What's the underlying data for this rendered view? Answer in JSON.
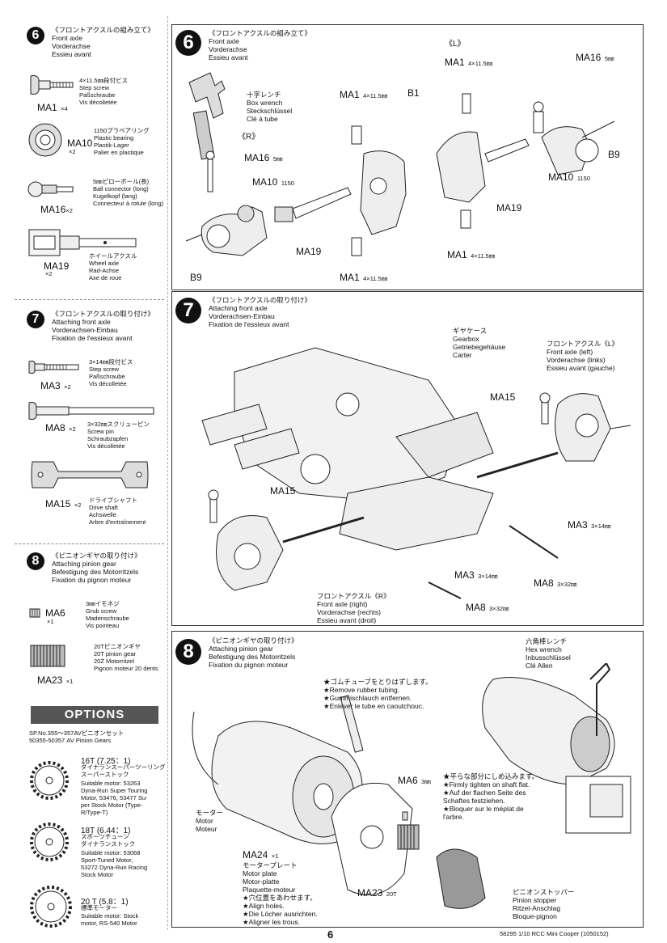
{
  "page_number": "6",
  "footer": "58295  1/10 RCC Mini Cooper (1050152)",
  "left_column": {
    "step6": {
      "number": "6",
      "title": "《フロントアクスルの組み立て》\nFront axle\nVorderachse\nEssieu avant",
      "parts": [
        {
          "code": "MA1",
          "qty": "×4",
          "desc": "4×11.5㎜段付ビス\nStep screw\nPaßschraube\nVis décolletée"
        },
        {
          "code": "MA10",
          "qty": "×2",
          "desc": "1150プラベアリング\nPlastic bearing\nPlastik-Lager\nPalier en plastique"
        },
        {
          "code": "MA16",
          "qty": "×2",
          "desc": "5㎜ピローボール(長)\nBall connector (long)\nKugelkopf (lang)\nConnecteur à rotule (long)"
        },
        {
          "code": "MA19",
          "qty": "×2",
          "desc": "ホイールアクスル\nWheel axle\nRad-Achse\nAxe de roue"
        }
      ]
    },
    "step7": {
      "number": "7",
      "title": "《フロントアクスルの取り付け》\nAttaching front axle\nVorderachsen-Einbau\nFixation de l'essieux avant",
      "parts": [
        {
          "code": "MA3",
          "qty": "×2",
          "desc": "3×14㎜段付ビス\nStep screw\nPaßschraube\nVis décolletée"
        },
        {
          "code": "MA8",
          "qty": "×2",
          "desc": "3×32㎜スクリューピン\nScrew pin\nSchraubzapfen\nVis décolletée"
        },
        {
          "code": "MA15",
          "qty": "×2",
          "desc": "ドライブシャフト\nDrive shaft\nAchswelle\nArbre d'entraînement"
        }
      ]
    },
    "step8": {
      "number": "8",
      "title": "《ピニオンギヤの取り付け》\nAttaching pinion gear\nBefestigung des Motorritzels\nFixation du pignon moteur",
      "parts": [
        {
          "code": "MA6",
          "qty": "×1",
          "desc": "3㎜イモネジ\nGrub screw\nMadenschraube\nVis pointeau"
        },
        {
          "code": "MA23",
          "qty": "×1",
          "desc": "20Tピニオンギヤ\n20T pinion gear\n20Z Motorritzel\nPignon moteur 20 dents"
        }
      ]
    },
    "options": {
      "banner": "OPTIONS",
      "header": "SP.No.355〜357AVピニオンセット\n50355-50357 AV Pinion Gears",
      "items": [
        {
          "title": "16T (7.25：1)",
          "jp": "ダイナランスーパーツーリング\nスーパーストック",
          "text": "Suitable motor: 53263\nDyna-Run Super Touring\nMotor, 53476, 53477 Su-\nper Stock Motor (Type-\nR/Type-T)"
        },
        {
          "title": "18T (6.44：1)",
          "jp": "スポーツチューン\nダイナランストック",
          "text": "Suitable motor: 53068\nSport-Tuned Motor,\n53272 Dyna-Run Racing\nStock Motor"
        },
        {
          "title": "20 T (5.8：1)",
          "jp": "標準モーター",
          "text": "Suitable motor: Stock\nmotor, RS-540 Motor"
        }
      ]
    }
  },
  "panel6": {
    "number": "6",
    "title": "《フロントアクスルの組み立て》\nFront axle\nVorderachse\nEssieu avant",
    "tool": "十字レンチ\nBox wrench\nSteckschlüssel\nClé à tube",
    "side_R": "《R》",
    "side_L": "《L》",
    "labels": {
      "ma1_a": "MA1",
      "ma1_a_sz": "4×11.5㎜",
      "ma1_b": "MA1",
      "ma1_b_sz": "4×11.5㎜",
      "ma1_c": "MA1",
      "ma1_c_sz": "4×11.5㎜",
      "ma1_d": "MA1",
      "ma1_d_sz": "4×11.5㎜",
      "b1": "B1",
      "ma16_r": "MA16",
      "ma16_r_sz": "5㎜",
      "ma16_l": "MA16",
      "ma16_l_sz": "5㎜",
      "ma10_r": "MA10",
      "ma10_r_sz": "1150",
      "ma10_l": "MA10",
      "ma10_l_sz": "1150",
      "ma19_r": "MA19",
      "ma19_l": "MA19",
      "b9_r": "B9",
      "b9_l": "B9"
    }
  },
  "panel7": {
    "number": "7",
    "title": "《フロントアクスルの取り付け》\nAttaching front axle\nVorderachsen-Einbau\nFixation de l'essieux avant",
    "gearbox": "ギヤケース\nGearbox\nGetriebegehäuse\nCarter",
    "axle_left": "フロントアクスル《L》\nFront axle (left)\nVorderachse (links)\nEssieu avant (gauche)",
    "axle_right": "フロントアクスル《R》\nFront axle (right)\nVorderachse (rechts)\nEssieu avant (droit)",
    "labels": {
      "ma15_a": "MA15",
      "ma15_b": "MA15",
      "ma3_a": "MA3",
      "ma3_a_sz": "3×14㎜",
      "ma3_b": "MA3",
      "ma3_b_sz": "3×14㎜",
      "ma8_a": "MA8",
      "ma8_a_sz": "3×32㎜",
      "ma8_b": "MA8",
      "ma8_b_sz": "3×32㎜"
    }
  },
  "panel8": {
    "number": "8",
    "title": "《ピニオンギヤの取り付け》\nAttaching pinion gear\nBefestigung des Motorritzels\nFixation du pignon moteur",
    "hex": "六角棒レンチ\nHex wrench\nInbusschlüssel\nClé Allen",
    "tube_note": "★ゴムチューブをとりはずします。\n★Remove rubber tubing.\n★Gummischlauch entfernen.\n★Enlever le tube en caoutchouc.",
    "tighten_note": "★平らな部分にしめ込みます。\n★Firmly tighten on shaft flat.\n★Auf der flachen Seite des\n  Schaftes festziehen.\n★Bloquer sur le méplat de\n  l'arbre.",
    "motor": "モーター\nMotor\nMoteur",
    "plate": "モータープレート\nMotor plate\nMotor-platte\nPlaquette-moteur\n★穴位置をあわせます。\n★Align holes.\n★Die Löcher ausrichten.\n★Aligner les trous.",
    "stopper": "ピニオンストッパー\nPinion stopper\nRitzel-Anschlag\nBloque-pignon",
    "labels": {
      "ma6": "MA6",
      "ma6_sz": "3㎜",
      "ma24": "MA24",
      "ma24_qty": "×1",
      "ma23": "MA23",
      "ma23_sz": "20T"
    }
  }
}
